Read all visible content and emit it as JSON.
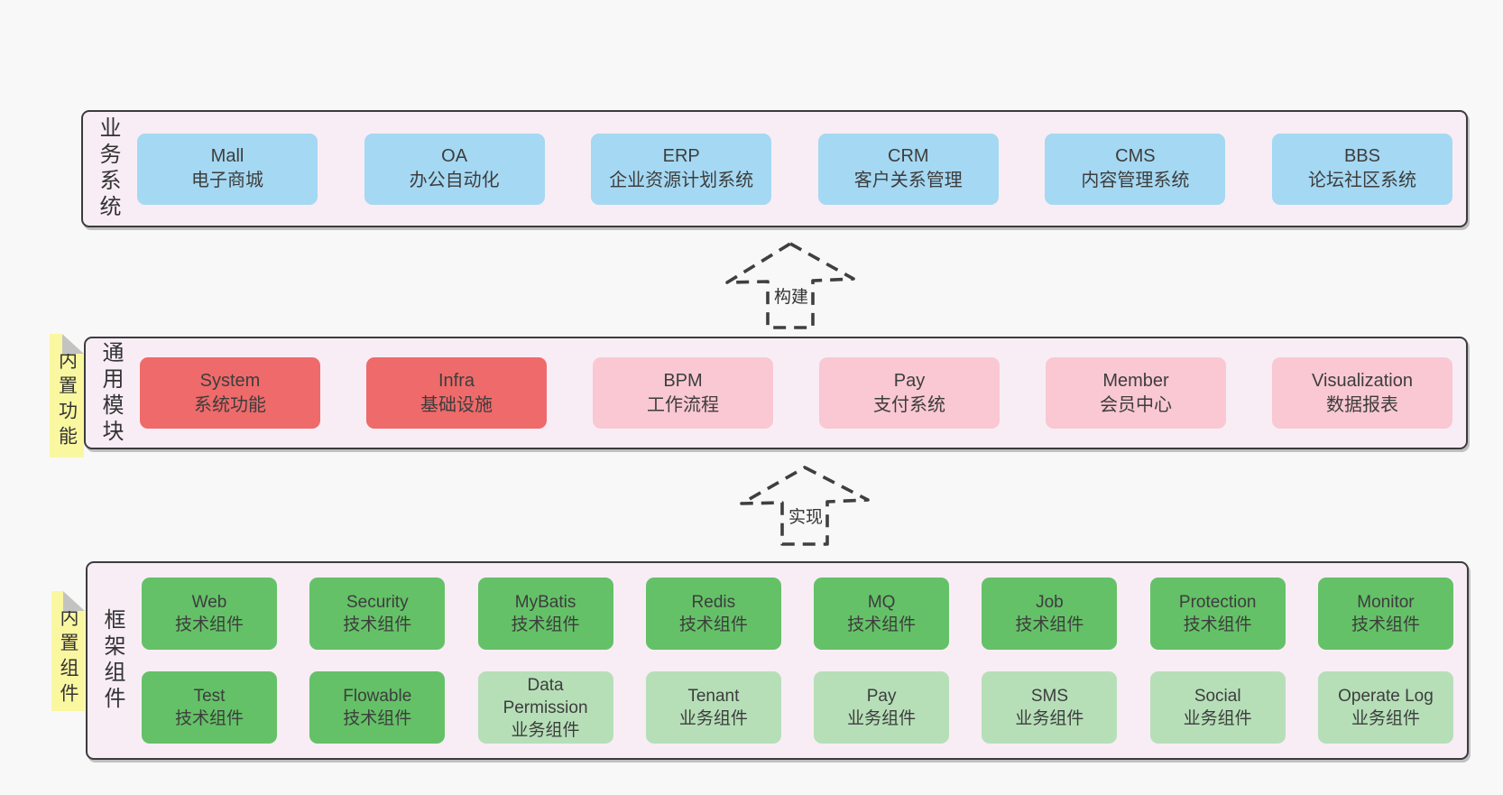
{
  "colors": {
    "page_background": "#f8f8f8",
    "panel_background": "#f8edf5",
    "panel_border": "#3c3c3c",
    "business_box": "#a5d8f2",
    "core_module_box": "#ef6a6a",
    "optional_module_box": "#f9c8d2",
    "tech_component_box": "#64c167",
    "biz_component_box": "#b6dfb8",
    "sticky_note": "#faf7a1",
    "text": "#3d3d3d"
  },
  "arrows": [
    {
      "label": "构建"
    },
    {
      "label": "实现"
    }
  ],
  "sections": [
    {
      "label": "业务系统",
      "boxes": [
        {
          "name": "Mall",
          "desc": "电子商城"
        },
        {
          "name": "OA",
          "desc": "办公自动化"
        },
        {
          "name": "ERP",
          "desc": "企业资源计划系统"
        },
        {
          "name": "CRM",
          "desc": "客户关系管理"
        },
        {
          "name": "CMS",
          "desc": "内容管理系统"
        },
        {
          "name": "BBS",
          "desc": "论坛社区系统"
        }
      ]
    },
    {
      "label": "通用模块",
      "tag": "内置功能",
      "boxes": [
        {
          "name": "System",
          "desc": "系统功能"
        },
        {
          "name": "Infra",
          "desc": "基础设施"
        },
        {
          "name": "BPM",
          "desc": "工作流程"
        },
        {
          "name": "Pay",
          "desc": "支付系统"
        },
        {
          "name": "Member",
          "desc": "会员中心"
        },
        {
          "name": "Visualization",
          "desc": "数据报表"
        }
      ]
    },
    {
      "label": "框架组件",
      "tag": "内置组件",
      "rows": [
        [
          {
            "name": "Web",
            "desc": "技术组件"
          },
          {
            "name": "Security",
            "desc": "技术组件"
          },
          {
            "name": "MyBatis",
            "desc": "技术组件"
          },
          {
            "name": "Redis",
            "desc": "技术组件"
          },
          {
            "name": "MQ",
            "desc": "技术组件"
          },
          {
            "name": "Job",
            "desc": "技术组件"
          },
          {
            "name": "Protection",
            "desc": "技术组件"
          },
          {
            "name": "Monitor",
            "desc": "技术组件"
          }
        ],
        [
          {
            "name": "Test",
            "desc": "技术组件"
          },
          {
            "name": "Flowable",
            "desc": "技术组件"
          },
          {
            "name": "Data Permission",
            "desc": "业务组件"
          },
          {
            "name": "Tenant",
            "desc": "业务组件"
          },
          {
            "name": "Pay",
            "desc": "业务组件"
          },
          {
            "name": "SMS",
            "desc": "业务组件"
          },
          {
            "name": "Social",
            "desc": "业务组件"
          },
          {
            "name": "Operate Log",
            "desc": "业务组件"
          }
        ]
      ]
    }
  ]
}
